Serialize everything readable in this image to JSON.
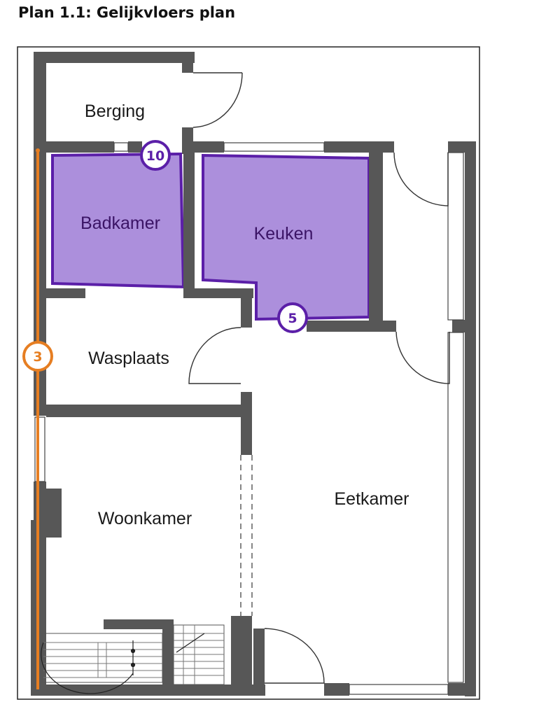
{
  "title": "Plan 1.1: Gelijkvloers plan",
  "rooms": {
    "berging": "Berging",
    "badkamer": "Badkamer",
    "keuken": "Keuken",
    "wasplaats": "Wasplaats",
    "woonkamer": "Woonkamer",
    "eetkamer": "Eetkamer"
  },
  "markers": {
    "badkamer": "10",
    "keuken": "5",
    "orange": "3"
  },
  "colors": {
    "wall": "#575757",
    "highlight_fill": "#ac8fdc",
    "highlight_stroke": "#5b1fa8",
    "orange": "#e67e22"
  }
}
